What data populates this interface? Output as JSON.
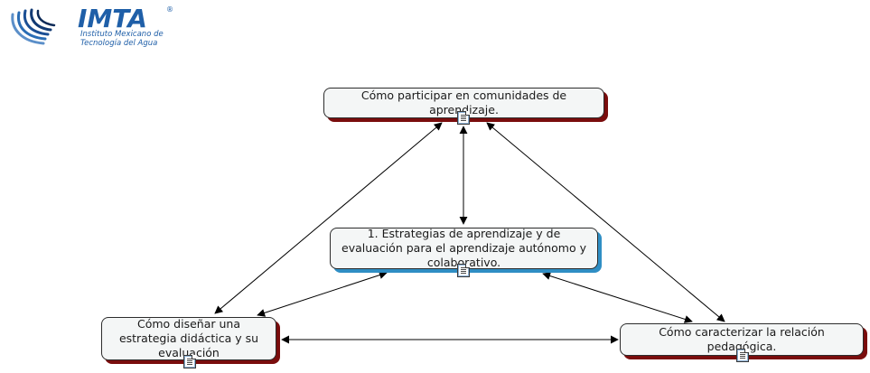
{
  "logo": {
    "brand": "IMTA",
    "registered": "®",
    "line1": "Instituto Mexicano de",
    "line2": "Tecnología del Agua"
  },
  "colors": {
    "node_fill": "#f4f6f6",
    "node_border": "#2c2c2c",
    "shadow_dark": "#7a0d0d",
    "shadow_center": "#2f8ec4",
    "logo_blue": "#1f5fa8"
  },
  "nodes": {
    "top": {
      "label": "Cómo participar en comunidades de aprendizaje.",
      "icon": "document-icon"
    },
    "center": {
      "label": "1. Estrategias de aprendizaje y de evaluación para el aprendizaje autónomo y colaborativo.",
      "icon": "document-icon"
    },
    "left": {
      "label": "Cómo diseñar una estrategia didáctica y su evaluación",
      "icon": "document-icon"
    },
    "right": {
      "label": "Cómo caracterizar la relación pedagógica.",
      "icon": "document-icon"
    }
  },
  "connections": [
    {
      "from": "top",
      "to": "center",
      "arrows": "both"
    },
    {
      "from": "top",
      "to": "left",
      "arrows": "both"
    },
    {
      "from": "top",
      "to": "right",
      "arrows": "both"
    },
    {
      "from": "center",
      "to": "left",
      "arrows": "both"
    },
    {
      "from": "center",
      "to": "right",
      "arrows": "both"
    },
    {
      "from": "left",
      "to": "right",
      "arrows": "both"
    }
  ]
}
